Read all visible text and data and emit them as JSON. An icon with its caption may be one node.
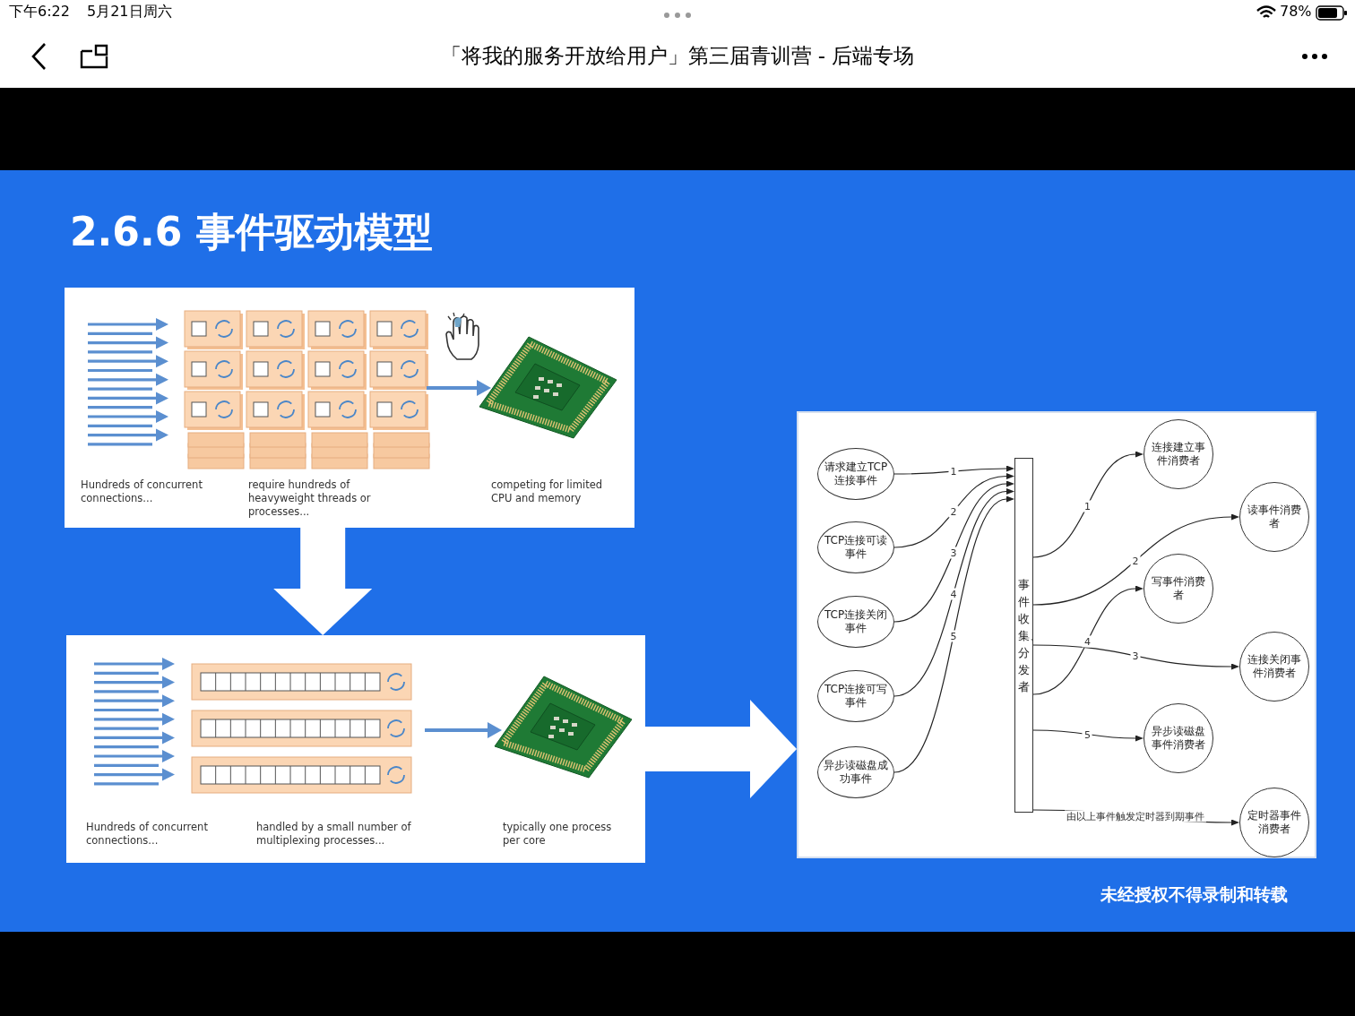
{
  "diagram": {
    "title": "2.6.6 事件驱动模型",
    "nodes": [
      {
        "text": [
          "Hundreds of concurrent connections...",
          "require hundreds of heavyweight threads or processes...",
          "competing for limited CPU and memory"
        ]
      },
      {
        "text": [
          "Hundreds of concurrent connections...",
          "handled by a small number of multiplexing processes...",
          "typically one process per core"
        ]
      },
      {
        "text": [],
        "shape": "box"
      },
      {
        "text": [
          "请求建立TCP连接事件"
        ],
        "in": 2
      },
      {
        "text": [
          "TCP连接可读事件"
        ],
        "in": 2
      },
      {
        "text": [
          "TCP连接关闭事件"
        ],
        "in": 2
      },
      {
        "text": [
          "TCP连接可写事件"
        ],
        "in": 2
      },
      {
        "text": [
          "异步读磁盘成功事件"
        ],
        "in": 2
      },
      {
        "text": [
          "事件收集、分发者"
        ],
        "in": 2
      },
      {
        "text": [
          "连接建立事件消费者"
        ],
        "in": 2
      },
      {
        "text": [
          "读事件消费者"
        ],
        "in": 2
      },
      {
        "text": [
          "写事件消费者"
        ],
        "in": 2
      },
      {
        "text": [
          "连接关闭事件消费者"
        ],
        "in": 2
      },
      {
        "text": [
          "异步读磁盘事件消费者"
        ],
        "in": 2
      },
      {
        "text": [
          "定时器事件消费者"
        ],
        "in": 2
      }
    ],
    "edges": [
      {
        "from": 0,
        "to": 1,
        "arrow": "to",
        "style": "thick",
        "color": "#ffffff"
      },
      {
        "from": 1,
        "to": 2,
        "arrow": "to",
        "style": "thick",
        "color": "#ffffff"
      },
      {
        "from": 3,
        "to": 8,
        "arrow": "to",
        "label": "1"
      },
      {
        "from": 4,
        "to": 8,
        "arrow": "to",
        "label": "2"
      },
      {
        "from": 5,
        "to": 8,
        "arrow": "to",
        "label": "3"
      },
      {
        "from": 6,
        "to": 8,
        "arrow": "to",
        "label": "4"
      },
      {
        "from": 7,
        "to": 8,
        "arrow": "to",
        "label": "5"
      },
      {
        "from": 8,
        "to": 9,
        "arrow": "to",
        "label": "1"
      },
      {
        "from": 8,
        "to": 10,
        "arrow": "to",
        "label": "2"
      },
      {
        "from": 8,
        "to": 12,
        "arrow": "to",
        "label": "3"
      },
      {
        "from": 8,
        "to": 11,
        "arrow": "to",
        "label": "4"
      },
      {
        "from": 8,
        "to": 13,
        "arrow": "to",
        "label": "5"
      },
      {
        "from": 8,
        "to": 14,
        "arrow": "to",
        "label": "由以上事件触发定时器到期事件"
      }
    ],
    "labels": [
      "下午6:22",
      "5月21日周六",
      "78%",
      "「将我的服务开放给用户」第三届青训营 - 后端专场",
      "未经授权不得录制和转载"
    ]
  }
}
